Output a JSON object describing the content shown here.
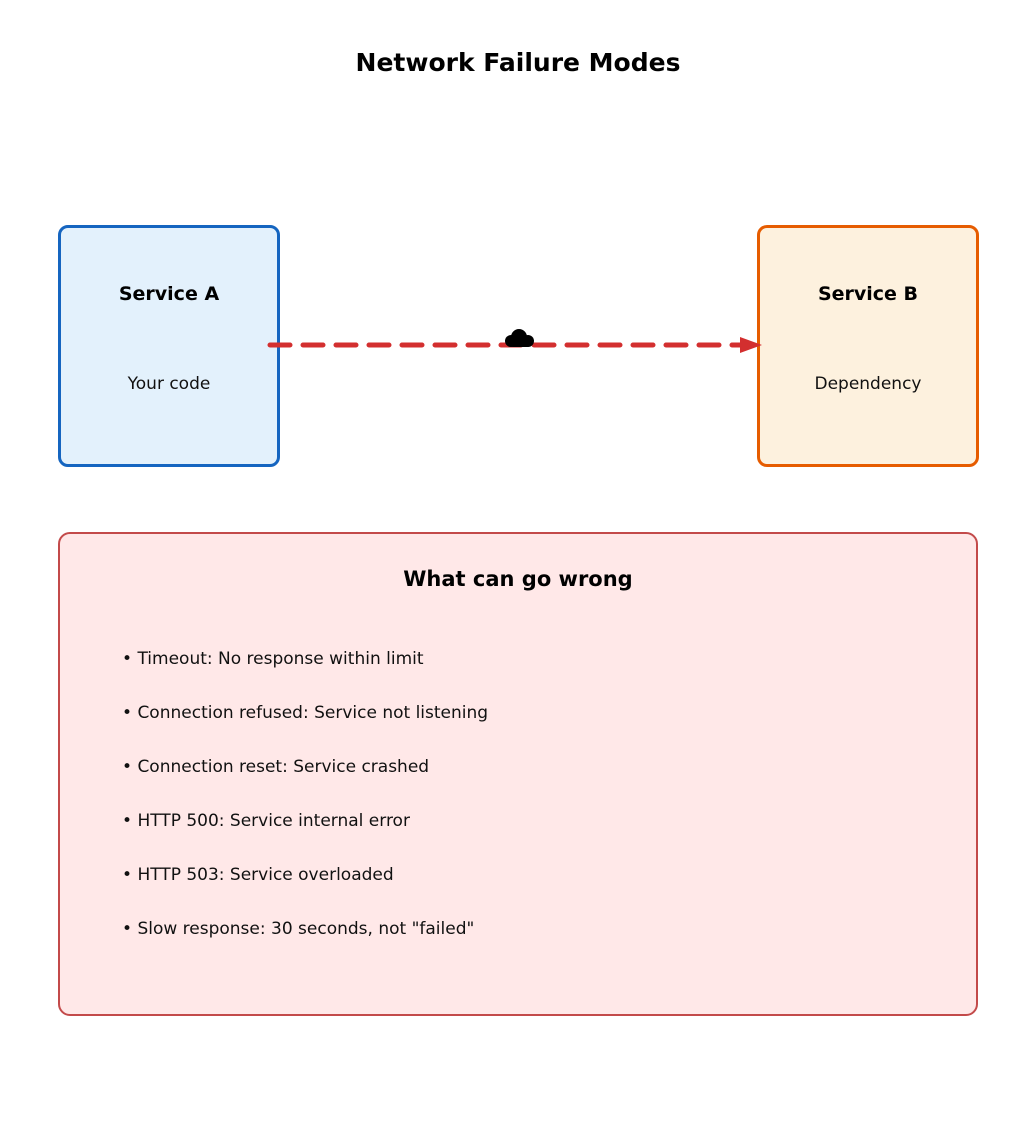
{
  "title": "Network Failure Modes",
  "diagram": {
    "service_a": {
      "label": "Service A",
      "sublabel": "Your code"
    },
    "service_b": {
      "label": "Service B",
      "sublabel": "Dependency"
    },
    "connection": {
      "type": "dashed-arrow",
      "direction": "a-to-b",
      "icon": "cloud"
    }
  },
  "failure_box": {
    "title": "What can go wrong",
    "items": [
      "Timeout: No response within limit",
      "Connection refused: Service not listening",
      "Connection reset: Service crashed",
      "HTTP 500: Service internal error",
      "HTTP 503: Service overloaded",
      "Slow response: 30 seconds, not \"failed\""
    ]
  },
  "colors": {
    "service_a_fill": "#E3F1FC",
    "service_a_border": "#1565C0",
    "service_b_fill": "#FDF1DE",
    "service_b_border": "#E65C00",
    "arrow": "#D32F2F",
    "failure_fill": "#FFE8E8",
    "failure_border": "#C34A4A",
    "text": "#111111"
  }
}
